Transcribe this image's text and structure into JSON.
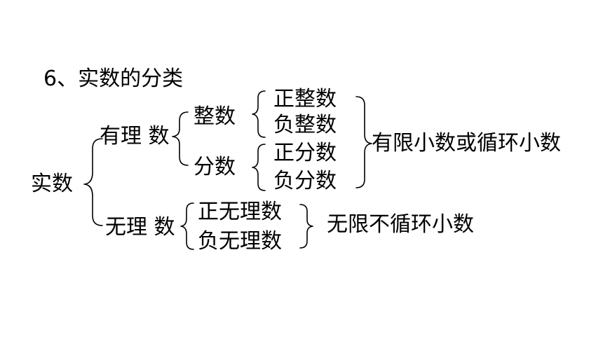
{
  "title": "6、实数的分类",
  "root": "实数",
  "rational": {
    "label": "有理 数",
    "integer": {
      "label": "整数",
      "positive": "正整数",
      "negative": "负整数"
    },
    "fraction": {
      "label": "分数",
      "positive": "正分数",
      "negative": "负分数"
    },
    "note": "有限小数或循环小数"
  },
  "irrational": {
    "label": "无理 数",
    "positive": "正无理数",
    "negative": "负无理数",
    "note": "无限不循环小数"
  },
  "colors": {
    "text": "#000000",
    "background": "#ffffff"
  }
}
